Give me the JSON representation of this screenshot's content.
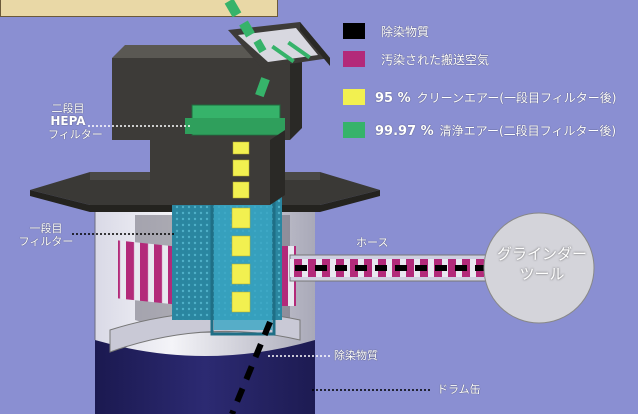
{
  "legend": [
    {
      "color": "#000000",
      "text": "除染物質",
      "pct": ""
    },
    {
      "color": "#b32a7a",
      "text": "汚染された搬送空気",
      "pct": ""
    },
    {
      "color": "#f2f050",
      "text": "クリーンエアー(一段目フィルター後)",
      "pct": "95 %"
    },
    {
      "color": "#36b36a",
      "text": "清浄エアー(二段目フィルター後)",
      "pct": "99.97 %"
    }
  ],
  "labels": {
    "hepa_line1": "二段目",
    "hepa_line2": "HEPA",
    "hepa_line3": "フィルター",
    "first_line1": "一段目",
    "first_line2": "フィルター",
    "hose": "ホース",
    "grinder_line1": "グラインダー",
    "grinder_line2": "ツール",
    "decon": "除染物質",
    "drum": "ドラム缶"
  },
  "colors": {
    "background": "#8a8fd2",
    "contaminant": "#b32a7a",
    "clean95": "#f2f050",
    "clean9997": "#36b36a",
    "filter": "#2e8fa8",
    "drum": "#23205e",
    "housing": "#3d3b38"
  }
}
